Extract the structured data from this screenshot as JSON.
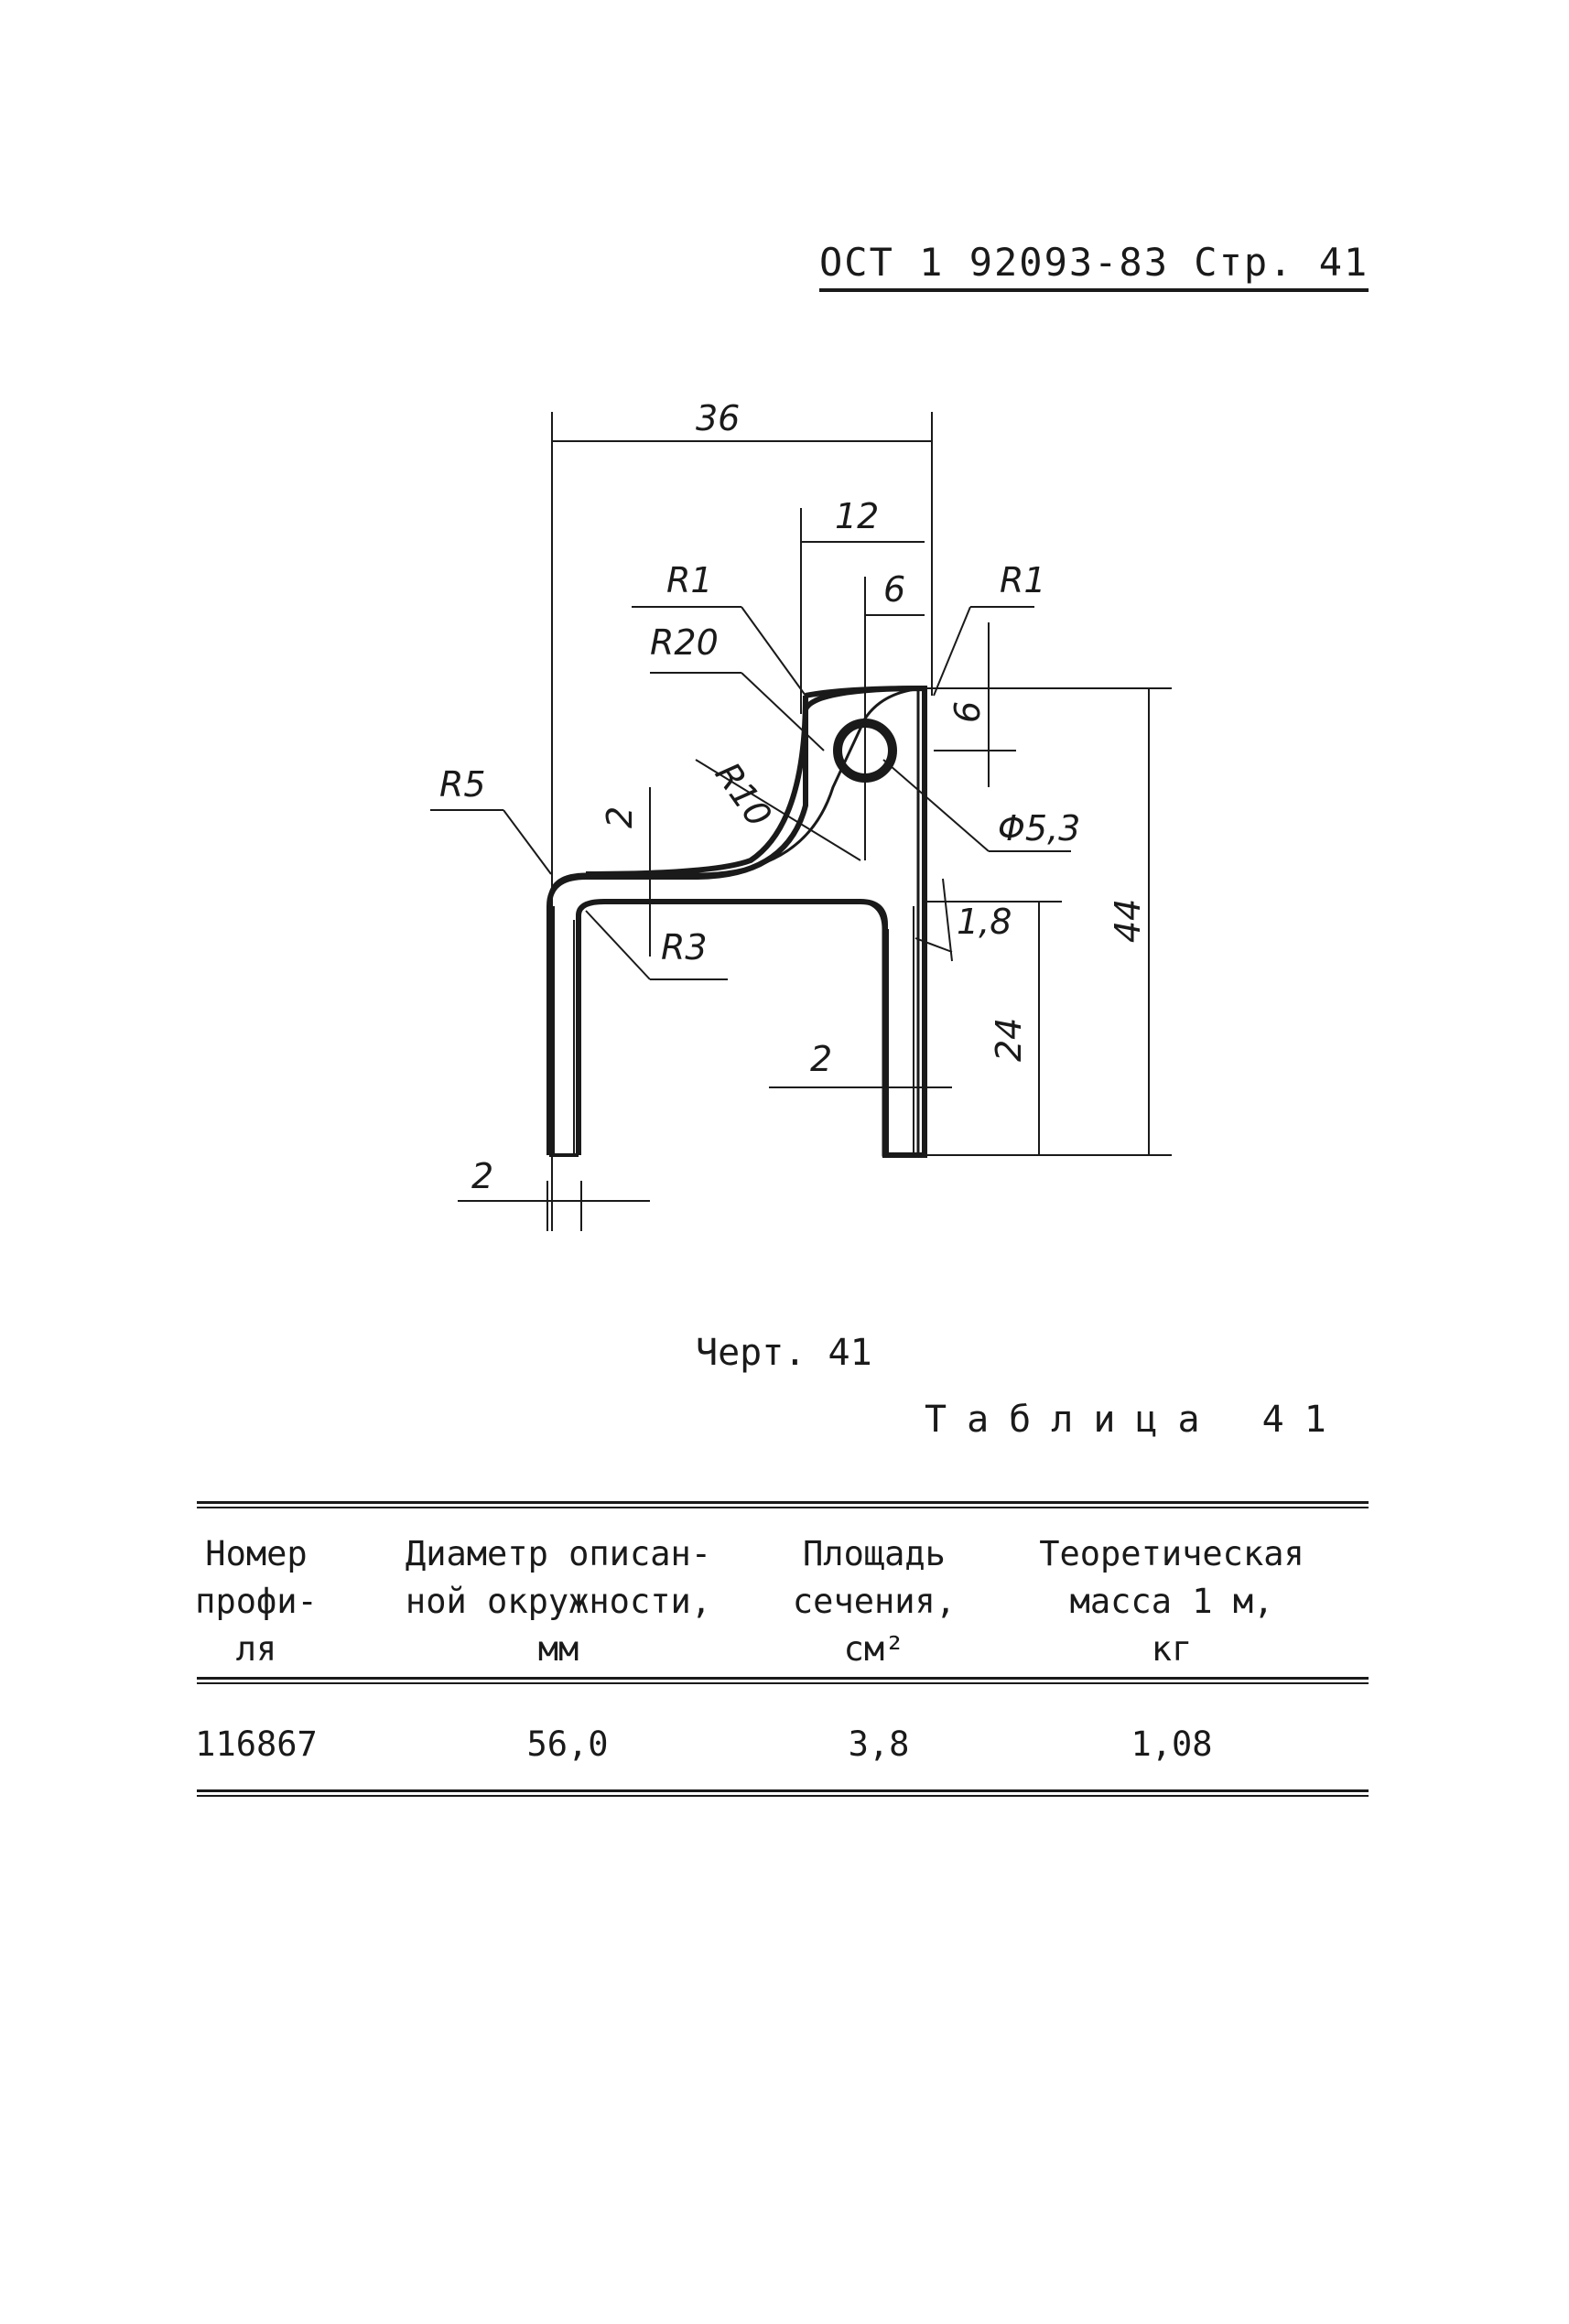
{
  "header": "ОСТ 1 92093-83 Стр. 41",
  "drawing": {
    "dims": {
      "d36": "36",
      "d12": "12",
      "d6a": "6",
      "d6b": "6",
      "r1a": "R1",
      "r1b": "R1",
      "r20": "R20",
      "r10": "R10",
      "r5": "R5",
      "r3": "R3",
      "d2a": "2",
      "d2b": "2",
      "d2c": "2",
      "phi": "Φ5,3",
      "d18": "1,8",
      "d24": "24",
      "d44": "44"
    }
  },
  "caption": "Черт. 41",
  "table_label": "Таблица 41",
  "table": {
    "headers": [
      "Номер\nпрофи-\nля",
      "Диаметр описан-\nной окружности,\nмм",
      "Площадь\nсечения,\nсм²",
      "Теоретическая\nмасса 1 м,\nкг"
    ],
    "rows": [
      [
        "116867",
        "56,0",
        "3,8",
        "1,08"
      ]
    ]
  }
}
